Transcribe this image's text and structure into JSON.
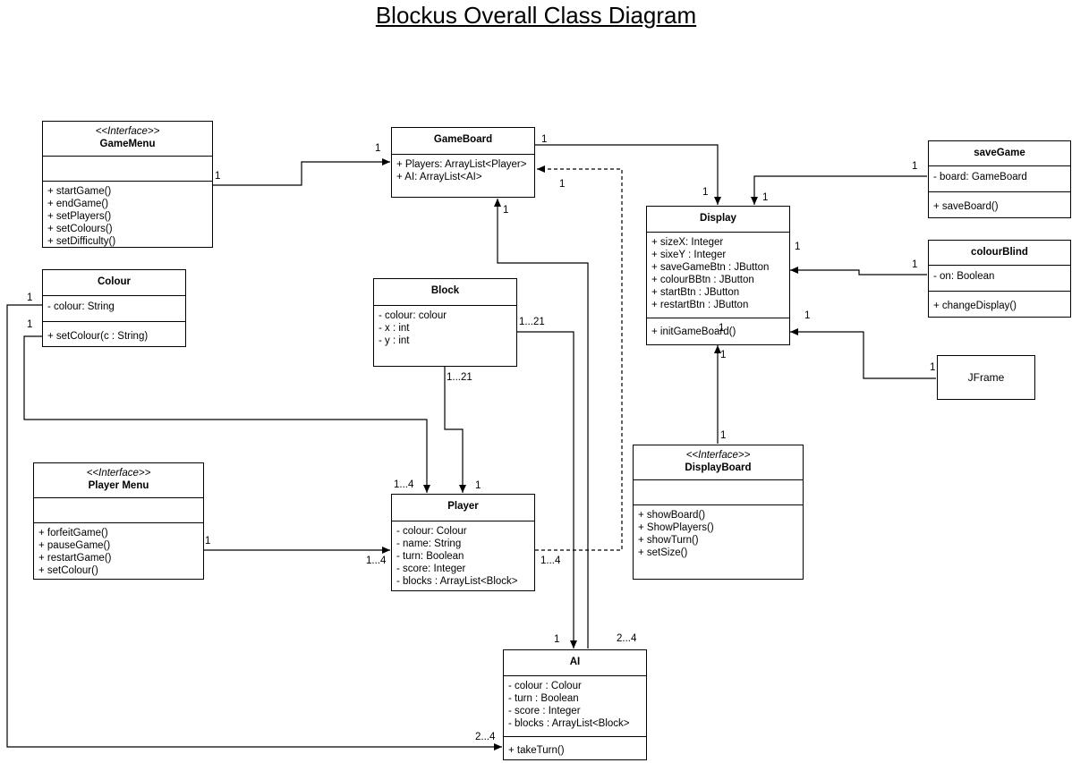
{
  "title": "Blockus Overall Class Diagram",
  "classes": {
    "gamemenu": {
      "stereotype": "<<Interface>>",
      "name": "GameMenu",
      "attributes": [],
      "methods": [
        "+ startGame()",
        "+ endGame()",
        "+ setPlayers()",
        "+ setColours()",
        "+ setDifficulty()"
      ]
    },
    "gameboard": {
      "name": "GameBoard",
      "attributes": [
        "+ Players: ArrayList<Player>",
        "+ AI: ArrayList<AI>"
      ],
      "methods": []
    },
    "display": {
      "name": "Display",
      "attributes": [
        "+ sizeX: Integer",
        "+ sixeY : Integer",
        "+ saveGameBtn : JButton",
        "+ colourBBtn : JButton",
        "+ startBtn : JButton",
        "+ restartBtn : JButton"
      ],
      "methods": [
        "+ initGameBoard()"
      ]
    },
    "savegame": {
      "name": "saveGame",
      "attributes": [
        "- board: GameBoard"
      ],
      "methods": [
        "+ saveBoard()"
      ]
    },
    "colourblind": {
      "name": "colourBlind",
      "attributes": [
        "- on: Boolean"
      ],
      "methods": [
        "+ changeDisplay()"
      ]
    },
    "jframe": {
      "name": "JFrame"
    },
    "colour": {
      "name": "Colour",
      "attributes": [
        "- colour: String"
      ],
      "methods": [
        "+ setColour(c : String)"
      ]
    },
    "block": {
      "name": "Block",
      "attributes": [
        "- colour: colour",
        "- x : int",
        "- y : int"
      ],
      "methods": []
    },
    "playermenu": {
      "stereotype": "<<Interface>>",
      "name": "Player Menu",
      "attributes": [],
      "methods": [
        "+ forfeitGame()",
        "+ pauseGame()",
        "+ restartGame()",
        "+ setColour()"
      ]
    },
    "player": {
      "name": "Player",
      "attributes": [
        "- colour: Colour",
        "- name: String",
        "- turn: Boolean",
        "- score: Integer",
        "- blocks : ArrayList<Block>"
      ],
      "methods": []
    },
    "displayboard": {
      "stereotype": "<<Interface>>",
      "name": "DisplayBoard",
      "attributes": [],
      "methods": [
        "+ showBoard()",
        "+ ShowPlayers()",
        "+ showTurn()",
        "+ setSize()"
      ]
    },
    "ai": {
      "name": "AI",
      "attributes": [
        "- colour : Colour",
        "- turn : Boolean",
        "- score : Integer",
        "- blocks : ArrayList<Block>"
      ],
      "methods": [
        "+ takeTurn()"
      ]
    }
  },
  "multiplicities": {
    "gamemenu_src": "1",
    "gameboard_gm": "1",
    "gameboard_disp": "1",
    "display_gb": "1",
    "display_sg": "1",
    "savegame_src": "1",
    "gameboard_player": "1",
    "gameboard_ai": "1",
    "display_cb": "1",
    "colourblind_src": "1",
    "display_jf": "1",
    "jframe_src": "1",
    "display_db": "1",
    "display_db2": "1",
    "displayboard_src": "1",
    "colour_src_top": "1",
    "colour_src_bottom": "1",
    "block_right": "1...21",
    "block_bottom": "1...21",
    "player_colour": "1...4",
    "player_block": "1",
    "playermenu_src": "1",
    "player_pm": "1...4",
    "player_right": "1...4",
    "ai_block": "1",
    "ai_gb": "2...4",
    "ai_colour": "2...4"
  }
}
